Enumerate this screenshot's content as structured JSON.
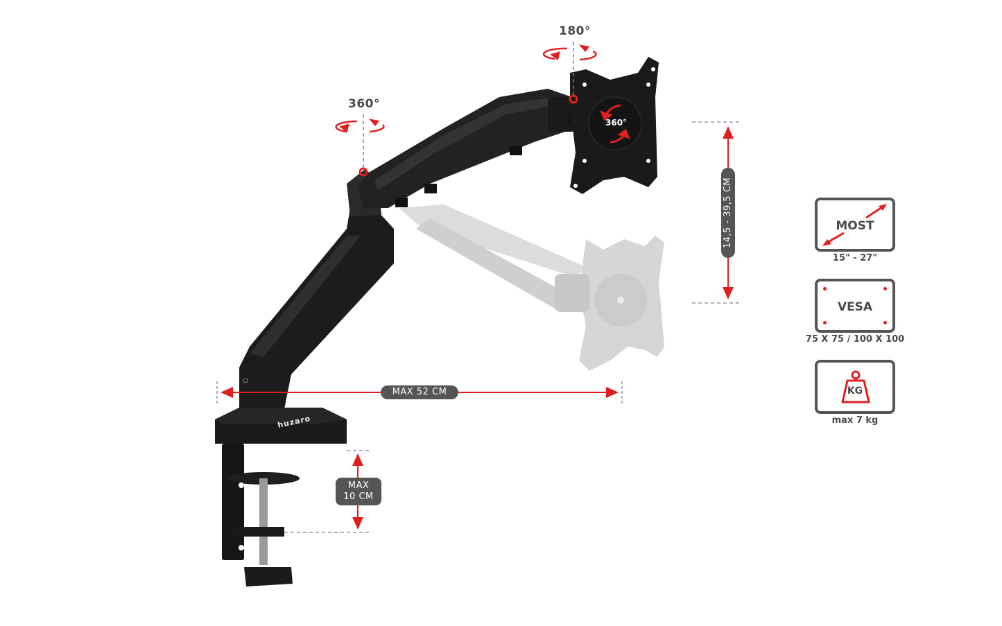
{
  "image": {
    "subject": "Gas spring single monitor arm with desk clamp",
    "brand_logo_text": "huzaro"
  },
  "rotation_labels": {
    "arm_joint": "360°",
    "tilt_joint": "180°",
    "vesa_plate": "360°"
  },
  "dimensions": {
    "reach": "MAX 52 CM",
    "height_range": "14,5 - 39,5 CM",
    "clamp_line1": "MAX",
    "clamp_line2": "10 CM"
  },
  "specs": [
    {
      "icon": "screen-size-icon",
      "title": "MOST",
      "caption": "15\" - 27\""
    },
    {
      "icon": "vesa-icon",
      "title": "VESA",
      "caption": "75 X 75 / 100 X 100"
    },
    {
      "icon": "weight-icon",
      "title": "KG",
      "caption": "max 7 kg"
    }
  ],
  "colors": {
    "accent_red": "#e02020",
    "label_gray": "#555555",
    "arm_black": "#1c1c1c",
    "ghost_gray": "#d6d6d6"
  }
}
